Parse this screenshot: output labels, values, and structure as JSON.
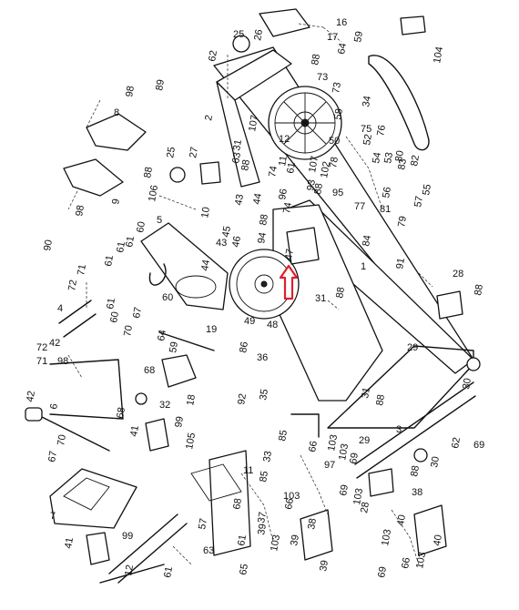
{
  "diagram": {
    "callouts": [
      {
        "id": "c16",
        "text": "16"
      },
      {
        "id": "c17",
        "text": "17"
      },
      {
        "id": "c26",
        "text": "26"
      },
      {
        "id": "c25",
        "text": "25"
      },
      {
        "id": "c59",
        "text": "59"
      },
      {
        "id": "c64",
        "text": "64"
      },
      {
        "id": "c104",
        "text": "104"
      },
      {
        "id": "c62a",
        "text": "62"
      },
      {
        "id": "c88a",
        "text": "88"
      },
      {
        "id": "c73a",
        "text": "73"
      },
      {
        "id": "c73b",
        "text": "73"
      },
      {
        "id": "c89",
        "text": "89"
      },
      {
        "id": "c98a",
        "text": "98"
      },
      {
        "id": "c8",
        "text": "8"
      },
      {
        "id": "c2",
        "text": "2"
      },
      {
        "id": "c107a",
        "text": "107"
      },
      {
        "id": "c58",
        "text": "58"
      },
      {
        "id": "c34",
        "text": "34"
      },
      {
        "id": "c75",
        "text": "75"
      },
      {
        "id": "c52",
        "text": "52"
      },
      {
        "id": "c76",
        "text": "76"
      },
      {
        "id": "c50",
        "text": "50"
      },
      {
        "id": "c12",
        "text": "12"
      },
      {
        "id": "c31a",
        "text": "31"
      },
      {
        "id": "c63a",
        "text": "63"
      },
      {
        "id": "c88b",
        "text": "88"
      },
      {
        "id": "c25b",
        "text": "25"
      },
      {
        "id": "c27",
        "text": "27"
      },
      {
        "id": "c88c",
        "text": "88"
      },
      {
        "id": "c74a",
        "text": "74"
      },
      {
        "id": "c11a",
        "text": "11"
      },
      {
        "id": "c61a",
        "text": "61"
      },
      {
        "id": "c107b",
        "text": "107"
      },
      {
        "id": "c102",
        "text": "102"
      },
      {
        "id": "c78",
        "text": "78"
      },
      {
        "id": "c54",
        "text": "54"
      },
      {
        "id": "c80",
        "text": "80"
      },
      {
        "id": "c53",
        "text": "53"
      },
      {
        "id": "c83",
        "text": "83"
      },
      {
        "id": "c82",
        "text": "82"
      },
      {
        "id": "c9",
        "text": "9"
      },
      {
        "id": "c98b",
        "text": "98"
      },
      {
        "id": "c106",
        "text": "106"
      },
      {
        "id": "c43a",
        "text": "43"
      },
      {
        "id": "c44a",
        "text": "44"
      },
      {
        "id": "c96",
        "text": "96"
      },
      {
        "id": "c74b",
        "text": "74"
      },
      {
        "id": "c93",
        "text": "93"
      },
      {
        "id": "c88d",
        "text": "88"
      },
      {
        "id": "c95",
        "text": "95"
      },
      {
        "id": "c77",
        "text": "77"
      },
      {
        "id": "c56",
        "text": "56"
      },
      {
        "id": "c81",
        "text": "81"
      },
      {
        "id": "c55",
        "text": "55"
      },
      {
        "id": "c57",
        "text": "57"
      },
      {
        "id": "c79",
        "text": "79"
      },
      {
        "id": "c5",
        "text": "5"
      },
      {
        "id": "c60a",
        "text": "60"
      },
      {
        "id": "c61b",
        "text": "61"
      },
      {
        "id": "c10",
        "text": "10"
      },
      {
        "id": "c45",
        "text": "45"
      },
      {
        "id": "c43b",
        "text": "43"
      },
      {
        "id": "c46",
        "text": "46"
      },
      {
        "id": "c88e",
        "text": "88"
      },
      {
        "id": "c94",
        "text": "94"
      },
      {
        "id": "c47",
        "text": "47"
      },
      {
        "id": "c84",
        "text": "84"
      },
      {
        "id": "c90",
        "text": "90"
      },
      {
        "id": "c61c",
        "text": "61"
      },
      {
        "id": "c1",
        "text": "1"
      },
      {
        "id": "c91",
        "text": "91"
      },
      {
        "id": "c28a",
        "text": "28"
      },
      {
        "id": "c88f",
        "text": "88"
      },
      {
        "id": "c71a",
        "text": "71"
      },
      {
        "id": "c72a",
        "text": "72"
      },
      {
        "id": "c61d",
        "text": "61"
      },
      {
        "id": "c60b",
        "text": "60"
      },
      {
        "id": "c44b",
        "text": "44"
      },
      {
        "id": "c31b",
        "text": "31"
      },
      {
        "id": "c88g",
        "text": "88"
      },
      {
        "id": "c4",
        "text": "4"
      },
      {
        "id": "c61e",
        "text": "61"
      },
      {
        "id": "c60c",
        "text": "60"
      },
      {
        "id": "c67a",
        "text": "67"
      },
      {
        "id": "c49",
        "text": "49"
      },
      {
        "id": "c48",
        "text": "48"
      },
      {
        "id": "c19",
        "text": "19"
      },
      {
        "id": "c64b",
        "text": "64"
      },
      {
        "id": "c59b",
        "text": "59"
      },
      {
        "id": "c70a",
        "text": "70"
      },
      {
        "id": "c86",
        "text": "86"
      },
      {
        "id": "c72b",
        "text": "72"
      },
      {
        "id": "c42a",
        "text": "42"
      },
      {
        "id": "c71b",
        "text": "71"
      },
      {
        "id": "c98c",
        "text": "98"
      },
      {
        "id": "c36",
        "text": "36"
      },
      {
        "id": "c68a",
        "text": "68"
      },
      {
        "id": "c29",
        "text": "29"
      },
      {
        "id": "c30a",
        "text": "30"
      },
      {
        "id": "c42b",
        "text": "42"
      },
      {
        "id": "c18",
        "text": "18"
      },
      {
        "id": "c32",
        "text": "32"
      },
      {
        "id": "c6",
        "text": "6"
      },
      {
        "id": "c68b",
        "text": "68"
      },
      {
        "id": "c92",
        "text": "92"
      },
      {
        "id": "c35",
        "text": "35"
      },
      {
        "id": "c31c",
        "text": "31"
      },
      {
        "id": "c88h",
        "text": "88"
      },
      {
        "id": "c41a",
        "text": "41"
      },
      {
        "id": "c99a",
        "text": "99"
      },
      {
        "id": "c3",
        "text": "3"
      },
      {
        "id": "c105",
        "text": "105"
      },
      {
        "id": "c85a",
        "text": "85"
      },
      {
        "id": "c103a",
        "text": "103"
      },
      {
        "id": "c29b",
        "text": "29"
      },
      {
        "id": "c62b",
        "text": "62"
      },
      {
        "id": "c69a",
        "text": "69"
      },
      {
        "id": "c70b",
        "text": "70"
      },
      {
        "id": "c67b",
        "text": "67"
      },
      {
        "id": "c33",
        "text": "33"
      },
      {
        "id": "c66a",
        "text": "66"
      },
      {
        "id": "c103b",
        "text": "103"
      },
      {
        "id": "c69b",
        "text": "69"
      },
      {
        "id": "c30b",
        "text": "30"
      },
      {
        "id": "c11b",
        "text": "11"
      },
      {
        "id": "c85b",
        "text": "85"
      },
      {
        "id": "c97",
        "text": "97"
      },
      {
        "id": "c88i",
        "text": "88"
      },
      {
        "id": "c7",
        "text": "7"
      },
      {
        "id": "c68c",
        "text": "68"
      },
      {
        "id": "c103c",
        "text": "103"
      },
      {
        "id": "c66b",
        "text": "66"
      },
      {
        "id": "c69c",
        "text": "69"
      },
      {
        "id": "c103d",
        "text": "103"
      },
      {
        "id": "c38a",
        "text": "38"
      },
      {
        "id": "c40a",
        "text": "40"
      },
      {
        "id": "c28b",
        "text": "28"
      },
      {
        "id": "c37",
        "text": "37"
      },
      {
        "id": "c39a",
        "text": "39"
      },
      {
        "id": "c38b",
        "text": "38"
      },
      {
        "id": "c39b",
        "text": "39"
      },
      {
        "id": "c41b",
        "text": "41"
      },
      {
        "id": "c99b",
        "text": "99"
      },
      {
        "id": "c63b",
        "text": "63"
      },
      {
        "id": "c57b",
        "text": "57"
      },
      {
        "id": "c61f",
        "text": "61"
      },
      {
        "id": "c103e",
        "text": "103"
      },
      {
        "id": "c103f",
        "text": "103"
      },
      {
        "id": "c39c",
        "text": "39"
      },
      {
        "id": "c40b",
        "text": "40"
      },
      {
        "id": "c12b",
        "text": "12"
      },
      {
        "id": "c61g",
        "text": "61"
      },
      {
        "id": "c65",
        "text": "65"
      },
      {
        "id": "c69d",
        "text": "69"
      },
      {
        "id": "c66c",
        "text": "66"
      },
      {
        "id": "c103g",
        "text": "103"
      }
    ],
    "highlight": {
      "label": "",
      "color": "#e0202a"
    }
  }
}
